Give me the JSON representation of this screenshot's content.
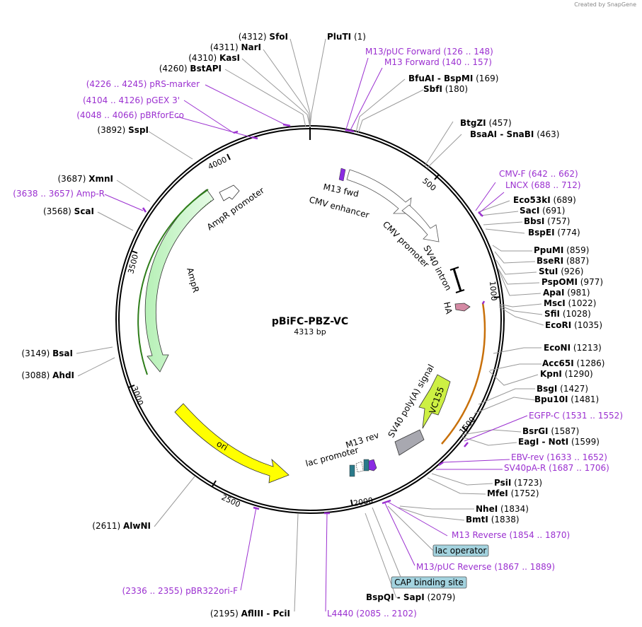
{
  "credit": "Created by  SnapGene",
  "plasmid": {
    "name": "pBiFC-PBZ-VC",
    "size": "4313 bp"
  },
  "ticks": [
    "500",
    "1000",
    "1500",
    "2000",
    "2500",
    "3000",
    "3500",
    "4000"
  ],
  "enzymes": [
    {
      "pos": "(4312)",
      "name": "SfoI"
    },
    {
      "pos": "(4311)",
      "name": "NarI"
    },
    {
      "pos": "(4310)",
      "name": "KasI"
    },
    {
      "pos": "(4260)",
      "name": "BstAPI"
    },
    {
      "pos": "(3892)",
      "name": "SspI"
    },
    {
      "pos": "(3687)",
      "name": "XmnI"
    },
    {
      "pos": "(3568)",
      "name": "ScaI"
    },
    {
      "pos": "(3149)",
      "name": "BsaI"
    },
    {
      "pos": "(3088)",
      "name": "AhdI"
    },
    {
      "pos": "(2611)",
      "name": "AlwNI"
    },
    {
      "pos": "(2195)",
      "name": "AflIII  -  PciI"
    },
    {
      "pos": "(2079)",
      "name": "BspQI  -  SapI"
    },
    {
      "pos": "(1)",
      "name": "PluTI"
    },
    {
      "pos": "(169)",
      "name": "BfuAI  -  BspMI"
    },
    {
      "pos": "(180)",
      "name": "SbfI"
    },
    {
      "pos": "(457)",
      "name": "BtgZI"
    },
    {
      "pos": "(463)",
      "name": "BsaAI  -  SnaBI"
    },
    {
      "pos": "(689)",
      "name": "Eco53kI"
    },
    {
      "pos": "(691)",
      "name": "SacI"
    },
    {
      "pos": "(757)",
      "name": "BbsI"
    },
    {
      "pos": "(774)",
      "name": "BspEI"
    },
    {
      "pos": "(859)",
      "name": "PpuMI"
    },
    {
      "pos": "(887)",
      "name": "BseRI"
    },
    {
      "pos": "(926)",
      "name": "StuI"
    },
    {
      "pos": "(977)",
      "name": "PspOMI"
    },
    {
      "pos": "(981)",
      "name": "ApaI"
    },
    {
      "pos": "(1022)",
      "name": "MscI"
    },
    {
      "pos": "(1028)",
      "name": "SfiI"
    },
    {
      "pos": "(1035)",
      "name": "EcoRI"
    },
    {
      "pos": "(1213)",
      "name": "EcoNI"
    },
    {
      "pos": "(1286)",
      "name": "Acc65I"
    },
    {
      "pos": "(1290)",
      "name": "KpnI"
    },
    {
      "pos": "(1427)",
      "name": "BsgI"
    },
    {
      "pos": "(1481)",
      "name": "Bpu10I"
    },
    {
      "pos": "(1587)",
      "name": "BsrGI"
    },
    {
      "pos": "(1599)",
      "name": "EagI  -  NotI"
    },
    {
      "pos": "(1723)",
      "name": "PsiI"
    },
    {
      "pos": "(1752)",
      "name": "MfeI"
    },
    {
      "pos": "(1834)",
      "name": "NheI"
    },
    {
      "pos": "(1838)",
      "name": "BmtI"
    }
  ],
  "primers": [
    {
      "name": "M13/pUC Forward",
      "range": "(126 .. 148)"
    },
    {
      "name": "M13 Forward",
      "range": "(140 .. 157)"
    },
    {
      "name": "CMV-F",
      "range": "(642 .. 662)"
    },
    {
      "name": "LNCX",
      "range": "(688 .. 712)"
    },
    {
      "name": "EGFP-C",
      "range": "(1531 .. 1552)"
    },
    {
      "name": "EBV-rev",
      "range": "(1633 .. 1652)"
    },
    {
      "name": "SV40pA-R",
      "range": "(1687 .. 1706)"
    },
    {
      "name": "M13 Reverse",
      "range": "(1854 .. 1870)"
    },
    {
      "name": "M13/pUC Reverse",
      "range": "(1867 .. 1889)"
    },
    {
      "name": "L4440",
      "range": "(2085 .. 2102)"
    },
    {
      "name": "pBR322ori-F",
      "range": "(2336 .. 2355)"
    },
    {
      "name": "Amp-R",
      "range": "(3638 .. 3657)"
    },
    {
      "name": "pBRforEco",
      "range": "(4048 .. 4066)"
    },
    {
      "name": "pGEX 3'",
      "range": "(4104 .. 4126)"
    },
    {
      "name": "pRS-marker",
      "range": "(4226 .. 4245)"
    }
  ],
  "boxes": [
    "lac operator",
    "CAP binding site"
  ],
  "features": [
    "M13 fwd",
    "CMV enhancer",
    "CMV promoter",
    "SV40 intron",
    "HA",
    "VC155",
    "SV40 poly(A) signal",
    "M13 rev",
    "lac promoter",
    "ori",
    "AmpR",
    "AmpR promoter"
  ]
}
